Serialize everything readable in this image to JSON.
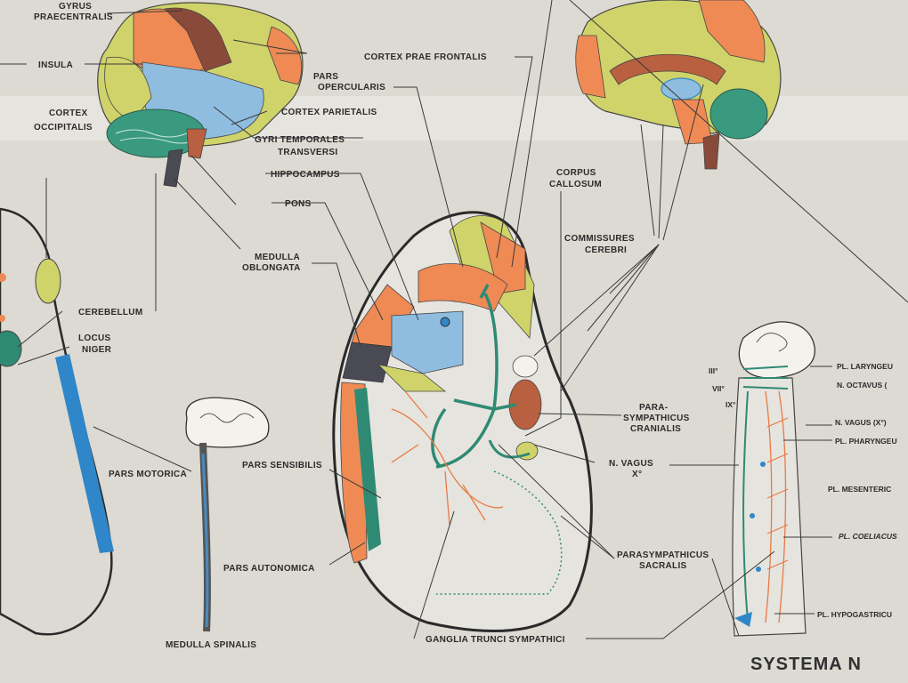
{
  "title": "SYSTEMA N",
  "labels": {
    "gyrus_praecentralis_1": "GYRUS",
    "gyrus_praecentralis_2": "PRAECENTRALIS",
    "insula": "INSULA",
    "cortex_occipitalis_1": "CORTEX",
    "cortex_occipitalis_2": "OCCIPITALIS",
    "cortex_prae_frontalis": "CORTEX PRAE FRONTALIS",
    "pars_opercularis_1": "PARS",
    "pars_opercularis_2": "OPERCULARIS",
    "cortex_parietalis": "CORTEX PARIETALIS",
    "gyri_temporales_1": "GYRI TEMPORALES",
    "gyri_temporales_2": "TRANSVERSI",
    "hippocampus": "HIPPOCAMPUS",
    "pons": "PONS",
    "medulla_oblongata_1": "MEDULLA",
    "medulla_oblongata_2": "OBLONGATA",
    "cerebellum": "CEREBELLUM",
    "locus_niger_1": "LOCUS",
    "locus_niger_2": "NIGER",
    "corpus_callosum_1": "CORPUS",
    "corpus_callosum_2": "CALLOSUM",
    "commissures_1": "COMMISSURES",
    "commissures_2": "CEREBRI",
    "parasympathicus_cranialis_1": "PARA-",
    "parasympathicus_cranialis_2": "SYMPATHICUS",
    "parasympathicus_cranialis_3": "CRANIALIS",
    "n_vagus_1": "N. VAGUS",
    "n_vagus_2": "X°",
    "pars_motorica": "PARS MOTORICA",
    "pars_sensibilis": "PARS SENSIBILIS",
    "pars_autonomica": "PARS AUTONOMICA",
    "medulla_spinalis": "MEDULLA SPINALIS",
    "parasympathicus_sacralis_1": "PARASYMPATHICUS",
    "parasympathicus_sacralis_2": "SACRALIS",
    "ganglia_trunci": "GANGLIA TRUNCI SYMPATHICI",
    "n_iii": "III°",
    "n_vii": "VII°",
    "n_ix": "IX°",
    "pl_laryngeus": "PL. LARYNGEU",
    "n_octavus": "N. OCTAVUS (",
    "n_vagus_right": "N. VAGUS (X°)",
    "pl_pharyngeus": "PL. PHARYNGEU",
    "pl_mesentericus": "PL. MESENTERIC",
    "pl_coeliacus": "PL. COELIACUS",
    "pl_hypogastricus": "PL. HYPOGASTRICU"
  },
  "colors": {
    "background": "#dcdad2",
    "orange": "#ef8a55",
    "yellow_green": "#cfd36a",
    "blue": "#8fbde0",
    "teal": "#2f8a74",
    "brown": "#b8603f",
    "dark_brown": "#8a4a3a",
    "strong_blue": "#2f86c9",
    "gray": "#4a4a55"
  }
}
